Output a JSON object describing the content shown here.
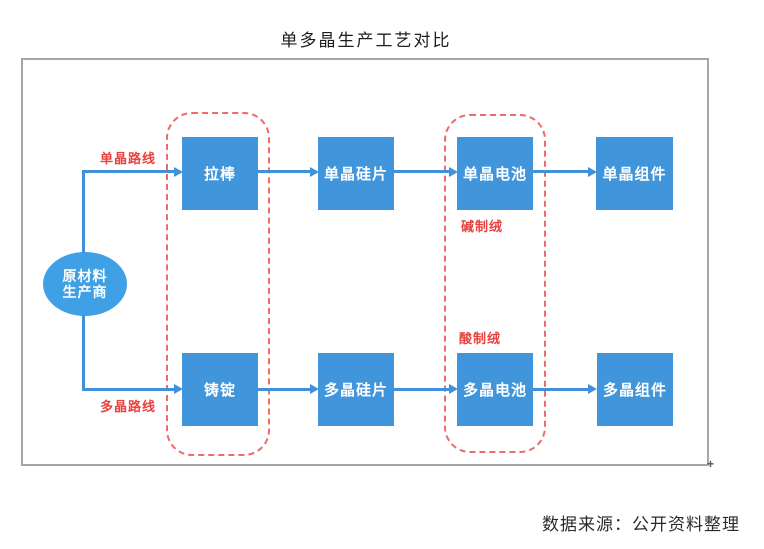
{
  "title": "单多晶生产工艺对比",
  "source_note": "数据来源：公开资料整理",
  "diagram": {
    "root": {
      "line1": "原材料",
      "line2": "生产商"
    },
    "mono_route_label": "单晶路线",
    "poly_route_label": "多晶路线",
    "mono_steps": [
      "拉棒",
      "单晶硅片",
      "单晶电池",
      "单晶组件"
    ],
    "poly_steps": [
      "铸锭",
      "多晶硅片",
      "多晶电池",
      "多晶组件"
    ],
    "cell_annotations": {
      "mono": "碱制绒",
      "poly": "酸制绒"
    },
    "colors": {
      "box_blue": "#4095DB",
      "ellipse_blue": "#3FA0E5",
      "connector_blue": "#4090DA",
      "dashed_red": "#F06A6A",
      "label_red": "#E8433F",
      "panel_border_gray": "#A6A6A6"
    }
  },
  "icons": {
    "cursor_glyph": "+"
  }
}
